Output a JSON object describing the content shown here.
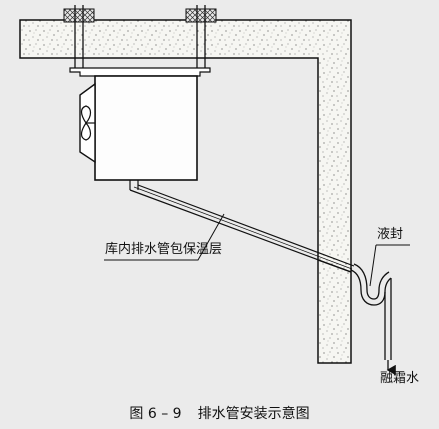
{
  "figure": {
    "labels": {
      "insulation": "库内排水管包保温层",
      "liquid_seal": "液封",
      "defrost_water": "融霜水"
    },
    "caption": {
      "number": "图 6 – 9",
      "title": "排水管安装示意图"
    }
  }
}
